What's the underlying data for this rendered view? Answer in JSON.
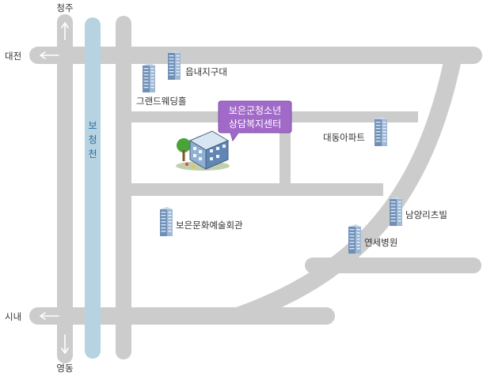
{
  "map": {
    "river": {
      "name_line1": "보",
      "name_line2": "청",
      "name_line3": "천",
      "color": "#b7d3e2"
    },
    "road_color": "#cccccc",
    "directions": {
      "north": "청주",
      "west_top": "대전",
      "west_bottom": "시내",
      "south": "영동"
    },
    "landmarks": {
      "eupnae": "읍내지구대",
      "grand_wedding": "그랜드웨딩홀",
      "daedong": "대동아파트",
      "culture_hall": "보은문화예술회관",
      "namyang": "남양리츠빌",
      "yonsei": "연세병원"
    },
    "target": {
      "line1": "보은군청소년",
      "line2": "상담복지센터",
      "callout_color": "#a26ac8"
    }
  }
}
